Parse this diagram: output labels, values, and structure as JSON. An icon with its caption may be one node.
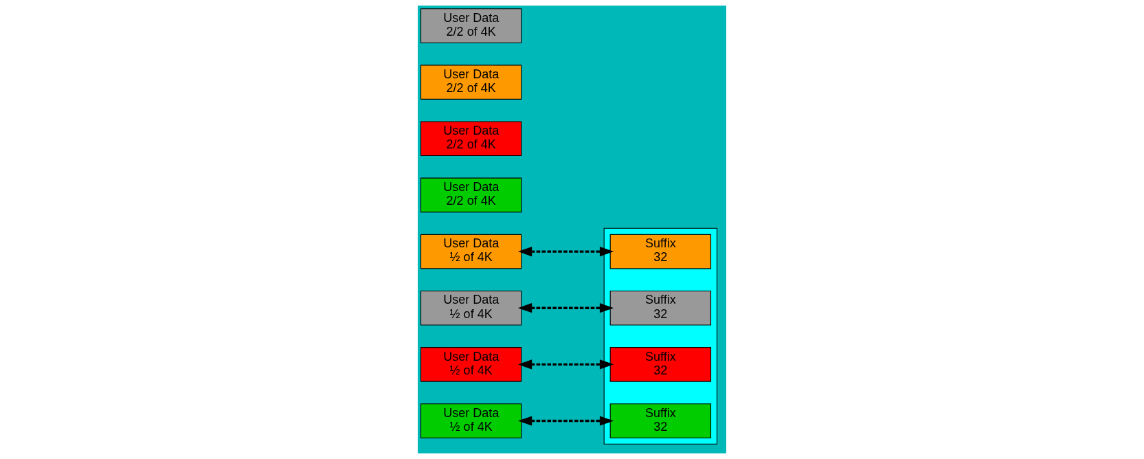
{
  "diagram": {
    "nodes": [
      {
        "text": [
          "User Data",
          "½ of 4K"
        ]
      },
      {
        "text": [
          "User Data",
          "2/2 of 4K"
        ]
      },
      {
        "text": [],
        "shape": "box"
      },
      {
        "text": [
          "Suffix",
          "32"
        ],
        "in": 2
      },
      {
        "text": [
          "Suffix",
          "32"
        ],
        "in": 2
      },
      {
        "text": [
          "Suffix",
          "32"
        ],
        "in": 2
      },
      {
        "text": [
          "Suffix",
          "32"
        ],
        "in": 2
      },
      {
        "text": [
          "User Data",
          "2/2 of 4K"
        ]
      },
      {
        "text": [
          "User Data",
          "½ of 4K"
        ]
      },
      {
        "text": [
          "User Data",
          "½ of 4K"
        ]
      },
      {
        "text": [
          "User Data",
          "½ of 4K"
        ]
      },
      {
        "text": [
          "User Data",
          "2/2 of 4K"
        ]
      },
      {
        "text": [
          "User Data",
          "2/2 of 4K"
        ]
      }
    ],
    "edges": [
      {
        "from": 0,
        "to": 4,
        "arrow": "both",
        "style": "dashed"
      },
      {
        "from": 10,
        "to": 3,
        "arrow": "both",
        "style": "dashed"
      },
      {
        "from": 8,
        "to": 6,
        "arrow": "both",
        "style": "dashed"
      },
      {
        "from": 9,
        "to": 5,
        "arrow": "both",
        "style": "dashed"
      }
    ]
  }
}
